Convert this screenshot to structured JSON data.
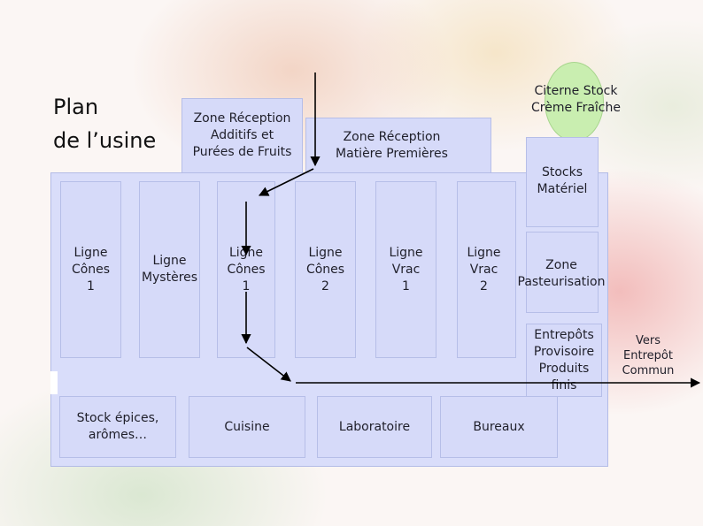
{
  "title": "Plan\nde l’usine",
  "zones": {
    "reception_additifs": "Zone Réception\nAdditifs et\nPurées de Fruits",
    "reception_matiere": "Zone Réception\nMatière Premières",
    "citerne": "Citerne Stock\nCrème Fraîche",
    "stocks_materiel": "Stocks\nMatériel",
    "pasteurisation": "Zone\nPasteurisation",
    "entrepots": "Entrepôts\nProvisoire\nProduits\nfinis",
    "vers_entrepot": "Vers\nEntrepôt\nCommun"
  },
  "lines": [
    "Ligne\nCônes\n1",
    "Ligne\nMystères",
    "Ligne\nCônes\n1",
    "Ligne\nCônes\n2",
    "Ligne\nVrac\n1",
    "Ligne\nVrac\n2"
  ],
  "bottom_rooms": {
    "stock_epices": "Stock épices,\narômes…",
    "cuisine": "Cuisine",
    "laboratoire": "Laboratoire",
    "bureaux": "Bureaux"
  },
  "colors": {
    "zone_fill": "#d6daf9",
    "zone_border": "#b6bee8",
    "oval_fill": "#c9eeb0",
    "arrow": "#000000"
  }
}
